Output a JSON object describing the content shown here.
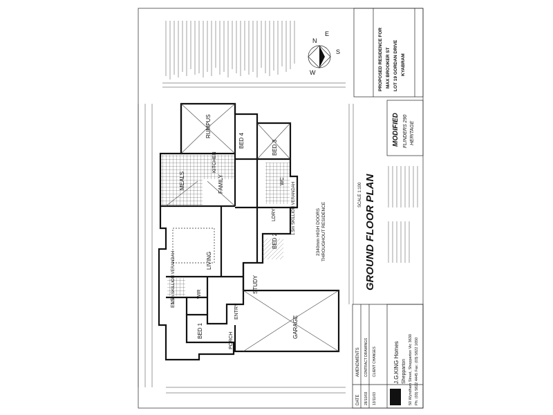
{
  "rooms": [
    {
      "label": "RUMPUS"
    },
    {
      "label": "BED 4"
    },
    {
      "label": "BED 3"
    },
    {
      "label": "MEALS"
    },
    {
      "label": "FAMILY"
    },
    {
      "label": "KITCHEN"
    },
    {
      "label": "LIVING"
    },
    {
      "label": "BED 2"
    },
    {
      "label": "STUDY"
    },
    {
      "label": "BED 1"
    },
    {
      "label": "ENS"
    },
    {
      "label": "WIR"
    },
    {
      "label": "ENTRY"
    },
    {
      "label": "PORCH"
    },
    {
      "label": "GARAGE"
    },
    {
      "label": "LDRY"
    },
    {
      "label": "WC"
    }
  ],
  "notes": {
    "verandah_1": "1.5m SKILLION VERANDAH",
    "verandah_2": "1.5m SKILLION VERANDAH",
    "doors_line1": "2340mm HIGH DOORS",
    "doors_line2": "THROUGHOUT RESIDENCE"
  },
  "plan_title": "GROUND FLOOR PLAN",
  "scale": "SCALE 1:100",
  "modified_block": {
    "line1": "MODIFIED",
    "line2": "FLINDERS 290",
    "line3": "HERITAGE"
  },
  "title_block": {
    "title_line1": "PROPOSED RESIDENCE FOR",
    "title_line2": "MAX BROOKER ST",
    "title_line3": "LOT 19 GORDAN DRIVE",
    "title_line4": "KYABRAM"
  },
  "amendments": {
    "header": "AMENDMENTS",
    "date_label": "DATE",
    "rows": [
      {
        "date": "28/10/03",
        "note": "CONTRACT DRAWINGS"
      },
      {
        "date": "13/11/03",
        "note": "CLIENT CHANGES"
      }
    ]
  },
  "company": {
    "name": "J.G.KING Homes",
    "branch": "Shepparton",
    "address": "50 Wyndham Street, Shepparton Vic 3630",
    "phone": "Ph: (03) 5822 4445 Fax: (03) 5822 1650"
  },
  "compass": {
    "n": "N",
    "s": "S",
    "e": "E",
    "w": "W"
  },
  "colors": {
    "line": "#111111",
    "hatch": "#333333",
    "paper": "#ffffff"
  }
}
